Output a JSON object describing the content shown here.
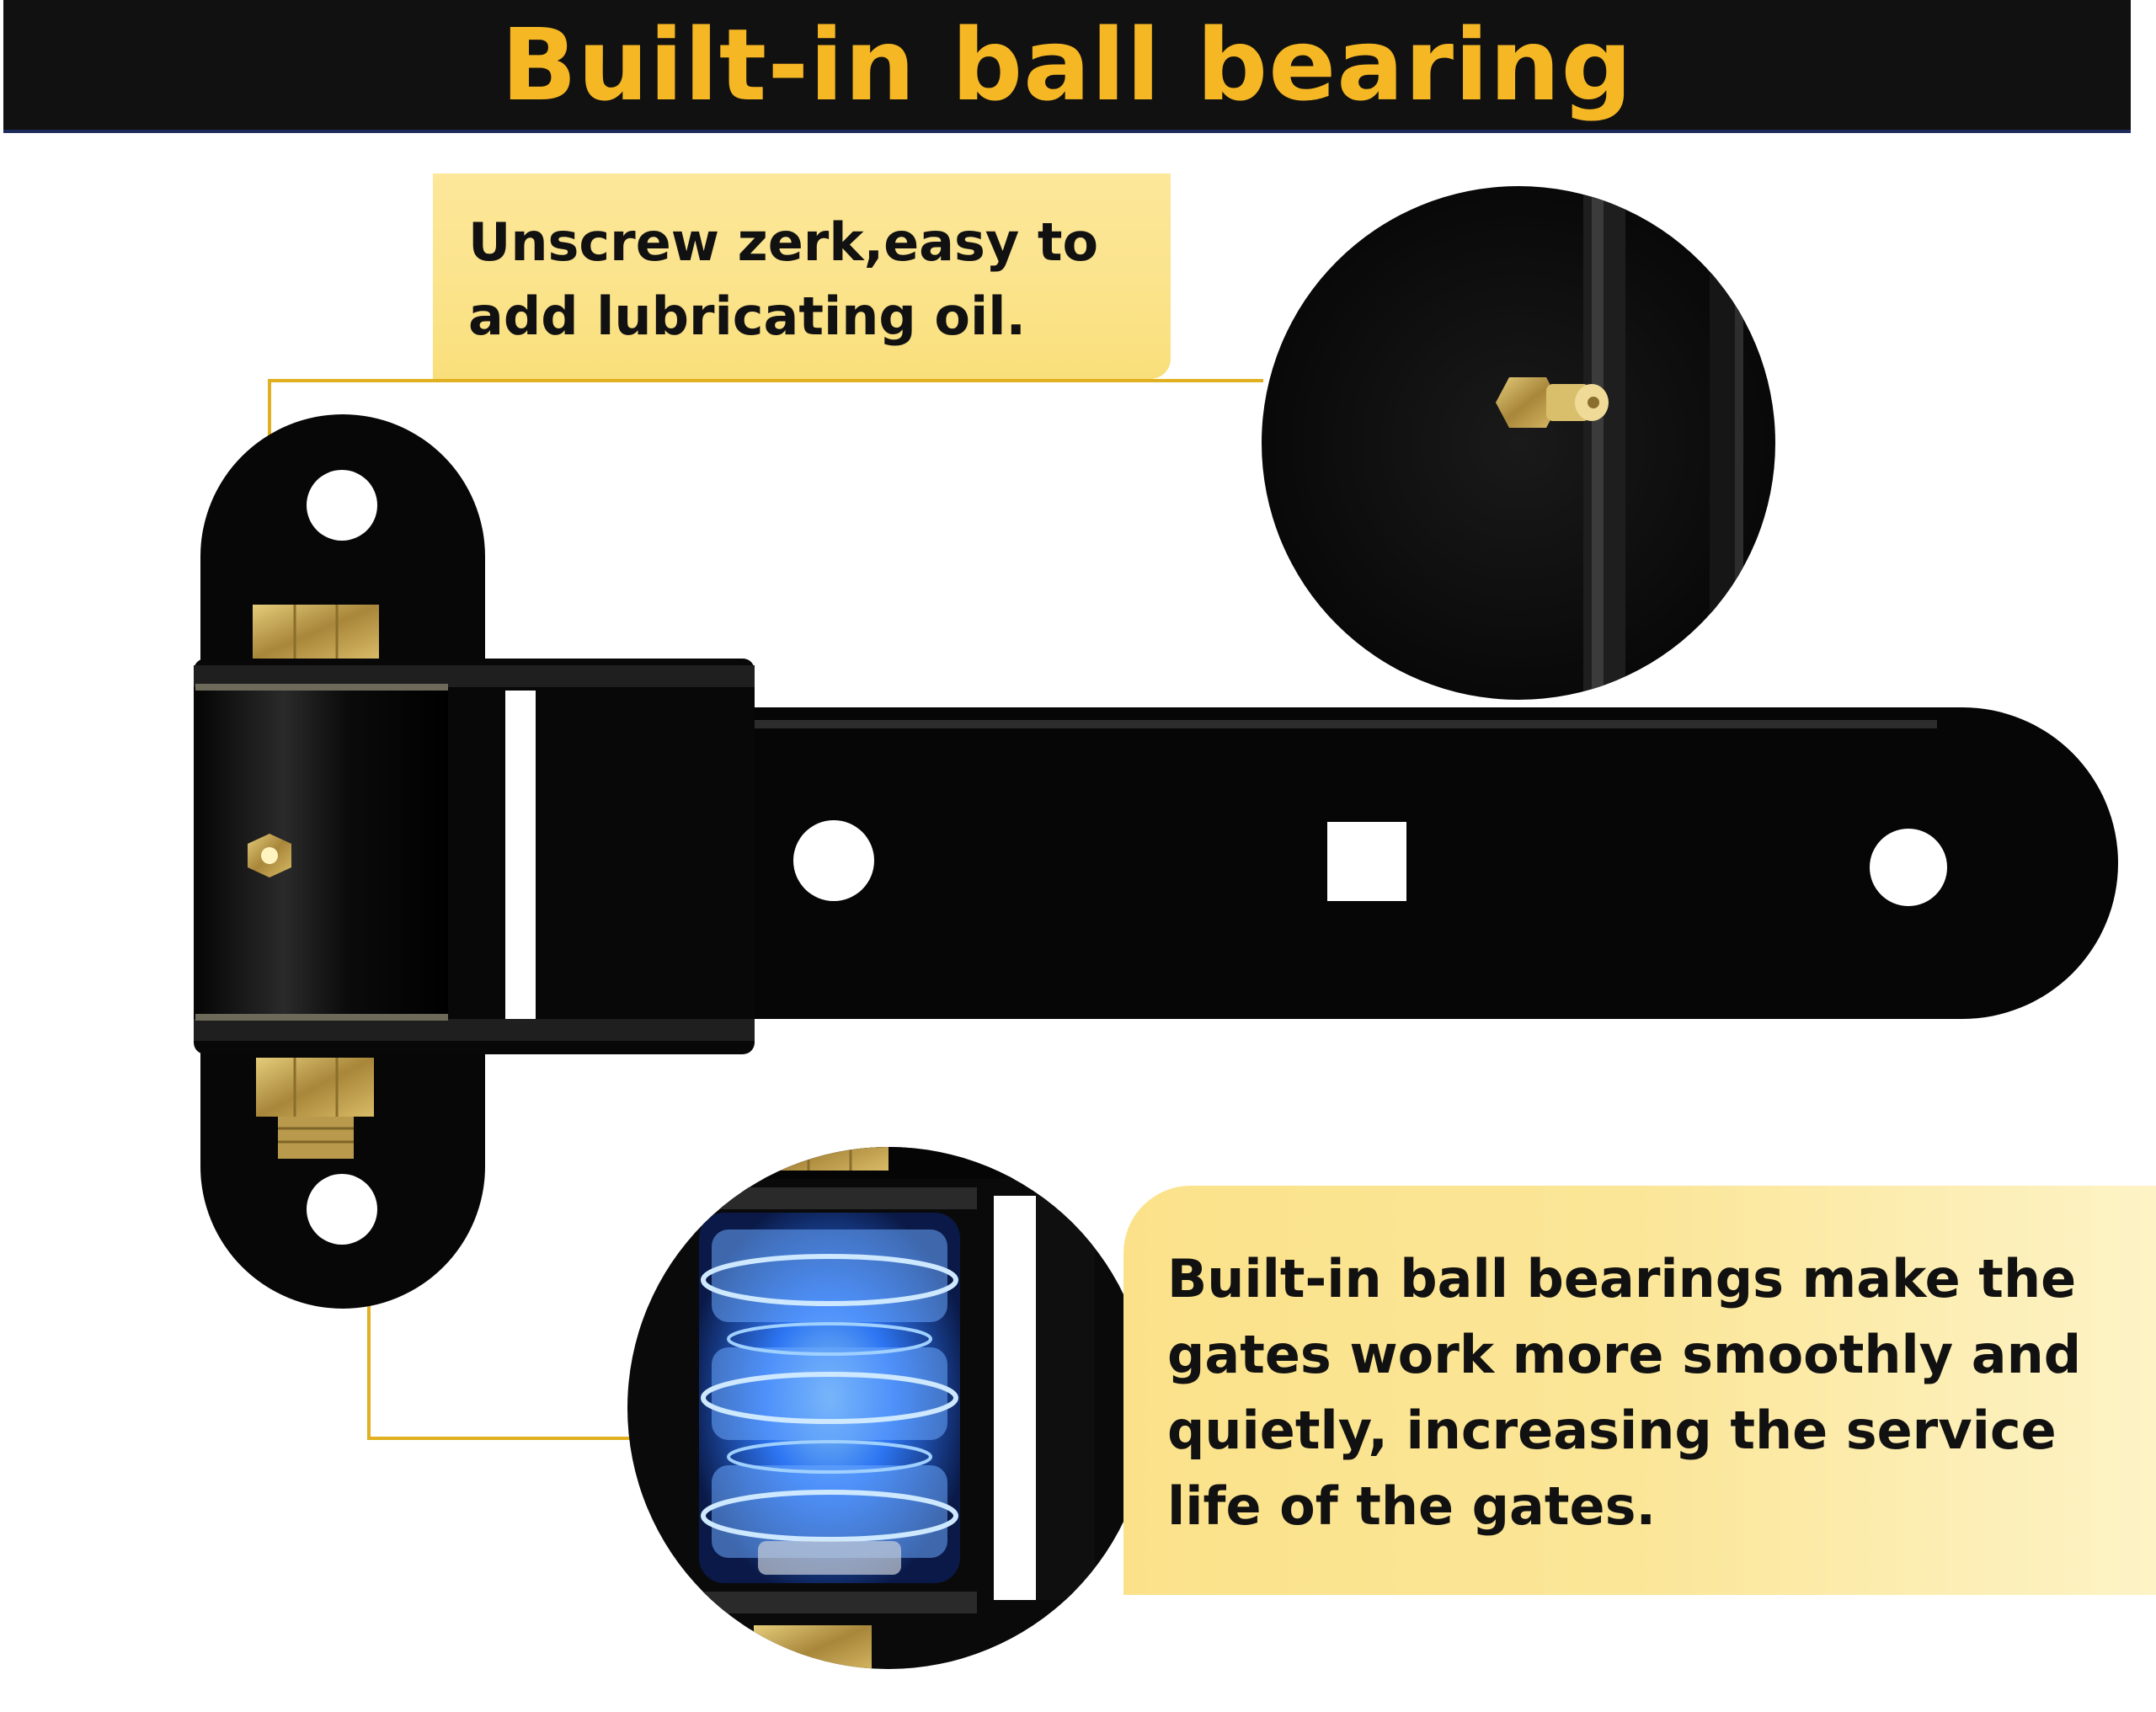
{
  "banner": {
    "title": "Built-in ball bearing"
  },
  "callouts": {
    "zerk": {
      "lines": [
        "Unscrew zerk,easy to",
        "add lubricating oil."
      ]
    },
    "bearing": {
      "lines": [
        "Built-in ball bearings make the",
        "gates work more smoothly and",
        "quietly, increasing the service",
        "life of the gates."
      ]
    }
  },
  "colors": {
    "banner_bg": "#111111",
    "banner_text": "#f5b724",
    "callout_bg": "#fbe38a",
    "leader_line": "#e0b020",
    "hinge": "#0a0a0a",
    "hardware": "#c9a24a",
    "bearing_glow": "#2f7bff"
  }
}
